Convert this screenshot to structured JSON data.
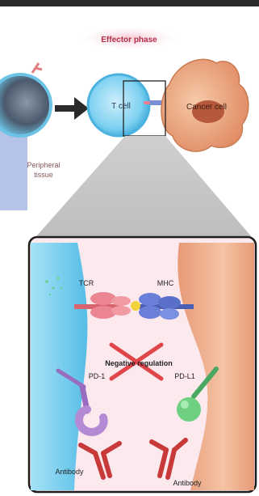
{
  "phase_title": "Effector phase",
  "cells": {
    "t_cell": "T cell",
    "cancer_cell": "Cancer cell",
    "tissue": [
      "Peripheral",
      "tissue"
    ]
  },
  "detail": {
    "tcr": "TCR",
    "mhc": "MHC",
    "negative_regulation": "Negative regulation",
    "pd1": "PD-1",
    "pdl1": "PD-L1",
    "antibody_left": "Antibody",
    "antibody_right": "Antibody"
  },
  "colors": {
    "t_cell": "#5ec4ea",
    "cancer_cell": "#e8a07c",
    "tcr": "#e8707c",
    "mhc": "#5a6fc4",
    "pd1": "#9a6cc0",
    "pdl1": "#5bbf70",
    "antibody": "#c83a3a",
    "inhibition_x": "#e0454a"
  }
}
